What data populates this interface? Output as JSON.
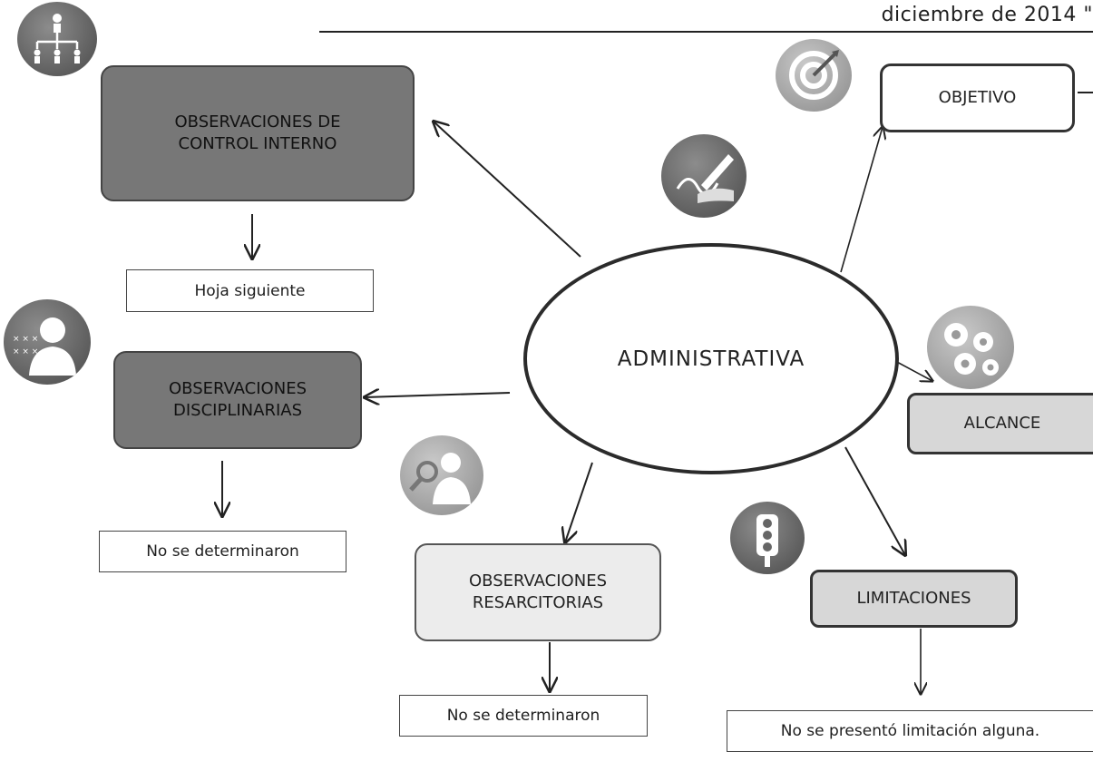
{
  "header": {
    "text": "diciembre de 2014 \""
  },
  "center": {
    "label": "ADMINISTRATIVA"
  },
  "nodes": {
    "control_interno": {
      "line1": "OBSERVACIONES DE",
      "line2": "CONTROL INTERNO"
    },
    "disciplinarias": {
      "line1": "OBSERVACIONES",
      "line2": "DISCIPLINARIAS"
    },
    "resarcitorias": {
      "line1": "OBSERVACIONES",
      "line2": "RESARCITORIAS"
    },
    "objetivo": {
      "label": "OBJETIVO"
    },
    "alcance": {
      "label": "ALCANCE"
    },
    "limitaciones": {
      "label": "LIMITACIONES"
    }
  },
  "notes": {
    "control_interno": "Hoja siguiente",
    "disciplinarias": "No se determinaron",
    "resarcitorias": "No se determinaron",
    "limitaciones": "No se presentó limitación alguna."
  },
  "icons": {
    "org_chart": "org-chart-icon",
    "target": "target-icon",
    "signing": "signing-hand-icon",
    "doctor": "doctor-icon",
    "magnifier": "magnifier-person-icon",
    "gears": "gears-icon",
    "traffic_light": "traffic-light-icon"
  }
}
